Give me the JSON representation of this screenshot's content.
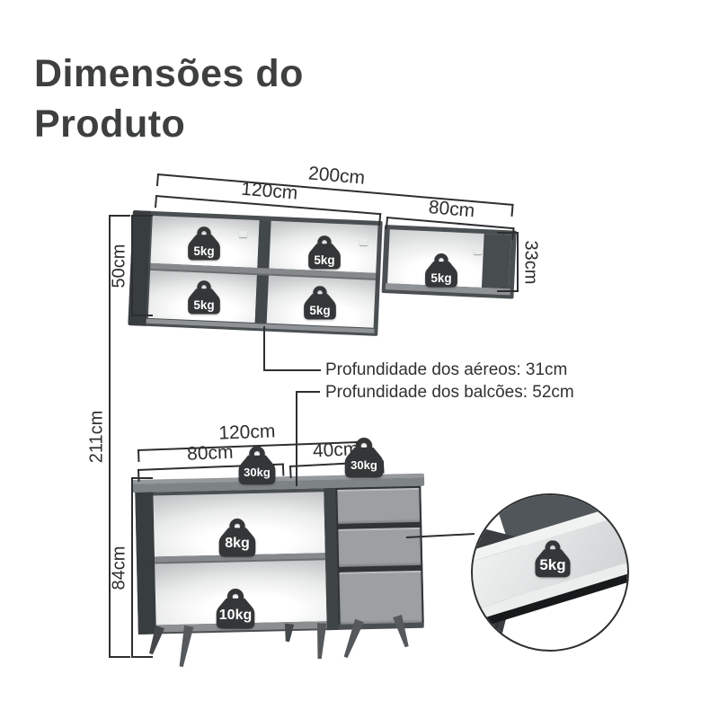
{
  "page": {
    "title": "Dimensões do Produto"
  },
  "upper_cabinet": {
    "total_width": "200cm",
    "left_width": "120cm",
    "right_width": "80cm",
    "left_height": "50cm",
    "right_height": "33cm",
    "compartment_weights": [
      "5kg",
      "5kg",
      "5kg",
      "5kg",
      "5kg"
    ]
  },
  "depth_notes": {
    "upper": "Profundidade dos aéreos: 31cm",
    "lower": "Profundidade dos balcões: 52cm"
  },
  "total_height": "211cm",
  "lower_cabinet": {
    "total_width": "120cm",
    "left_width": "80cm",
    "right_width": "40cm",
    "height": "84cm",
    "top_weights": [
      "30kg",
      "30kg"
    ],
    "shelf_weights": [
      "8kg",
      "10kg"
    ],
    "drawer_weight": "5kg"
  },
  "colors": {
    "line": "#2d2f30",
    "cabinet_dark": "#383d40",
    "cabinet_frame": "#4a4f52",
    "shelf": "#85898c",
    "drawer_front": "#9ca0a3",
    "weight_icon": "#343638",
    "background": "#ffffff"
  }
}
